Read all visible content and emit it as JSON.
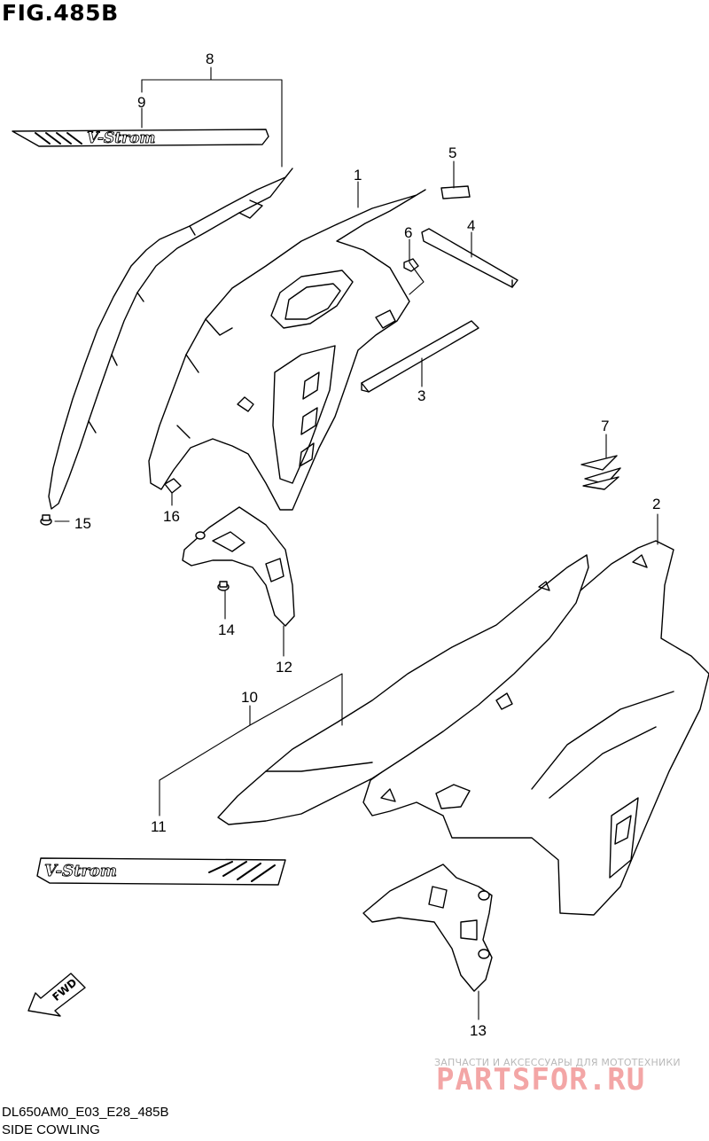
{
  "figure": {
    "title": "FIG.485B",
    "code": "DL650AM0_E03_E28_485B",
    "description": "SIDE COWLING"
  },
  "callouts": [
    "1",
    "2",
    "3",
    "4",
    "5",
    "6",
    "7",
    "8",
    "9",
    "10",
    "11",
    "12",
    "13",
    "14",
    "15",
    "16"
  ],
  "decals": {
    "brand_text": "V-Strom",
    "fwd_text": "FWD"
  },
  "watermark": {
    "tagline": "ЗАПЧАСТИ И АКСЕССУАРЫ ДЛЯ МОТОТЕХНИКИ",
    "brand": "PARTSFOR.RU"
  }
}
